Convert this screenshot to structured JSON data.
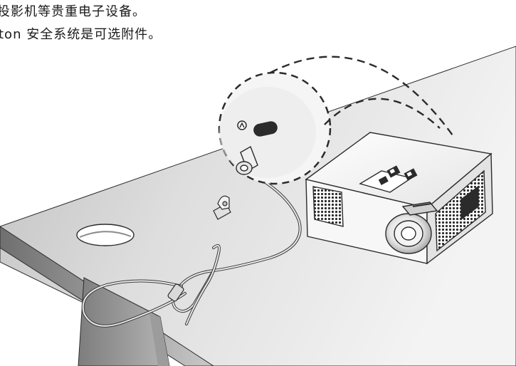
{
  "text": {
    "line1": "投影机等贵重电子设备。",
    "line2": "ton 安全系统是可选附件。"
  },
  "figure": {
    "name": "kensington-lock-illustration",
    "palette": {
      "table_top": "#d9d9d9",
      "table_edge": "#8c8c8c",
      "projector_body": "#f2f2f2",
      "outline": "#2b2b2b"
    }
  }
}
